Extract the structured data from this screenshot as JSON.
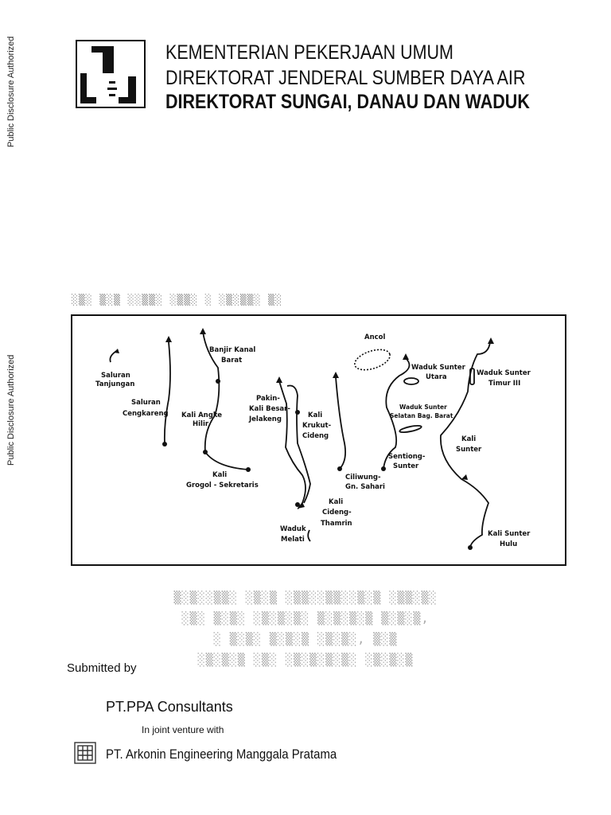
{
  "side_notes": [
    "Public Disclosure Authorized",
    "Public Disclosure Authorized"
  ],
  "header": {
    "line1": "KEMENTERIAN PEKERJAAN UMUM",
    "line2": "DIREKTORAT JENDERAL SUMBER DAYA AIR",
    "line3": "DIREKTORAT SUNGAI, DANAU DAN WADUK"
  },
  "map_labels": {
    "ancol": "Ancol",
    "saluran_tanjungan": [
      "Saluran",
      "Tanjungan"
    ],
    "saluran_cengkareng": [
      "Saluran",
      "Cengkareng"
    ],
    "kali_angke": [
      "Kali Angke",
      "Hilir"
    ],
    "banjir_kanal": [
      "Banjir Kanal",
      "Barat"
    ],
    "kali_grogol": [
      "Kali",
      "Grogol - Sekretaris"
    ],
    "pakin": [
      "Pakin-",
      "Kali Besar-",
      "Jelakeng"
    ],
    "krukut": [
      "Kali",
      "Krukut-",
      "Cideng"
    ],
    "ciliwung": [
      "Ciliwung-",
      "Gn. Sahari"
    ],
    "cideng_thamrin": [
      "Kali",
      "Cideng-",
      "Thamrin"
    ],
    "waduk_melati": [
      "Waduk",
      "Melati"
    ],
    "waduk_sunter_utara": [
      "Waduk Sunter",
      "Utara"
    ],
    "waduk_sunter_selatan": [
      "Waduk Sunter",
      "Selatan Bag. Barat"
    ],
    "sentiong": [
      "Sentiong-",
      "Sunter"
    ],
    "waduk_sunter_timur": [
      "Waduk Sunter",
      "Timur III"
    ],
    "kali_sunter": [
      "Kali",
      "Sunter"
    ],
    "kali_sunter_hulu": [
      "Kali Sunter",
      "Hulu"
    ]
  },
  "footer": {
    "submitted_by": "Submitted by",
    "consultant": "PT.PPA Consultants",
    "joint_venture": "In joint venture with",
    "partner": "PT. Arkonin Engineering Manggala Pratama"
  }
}
